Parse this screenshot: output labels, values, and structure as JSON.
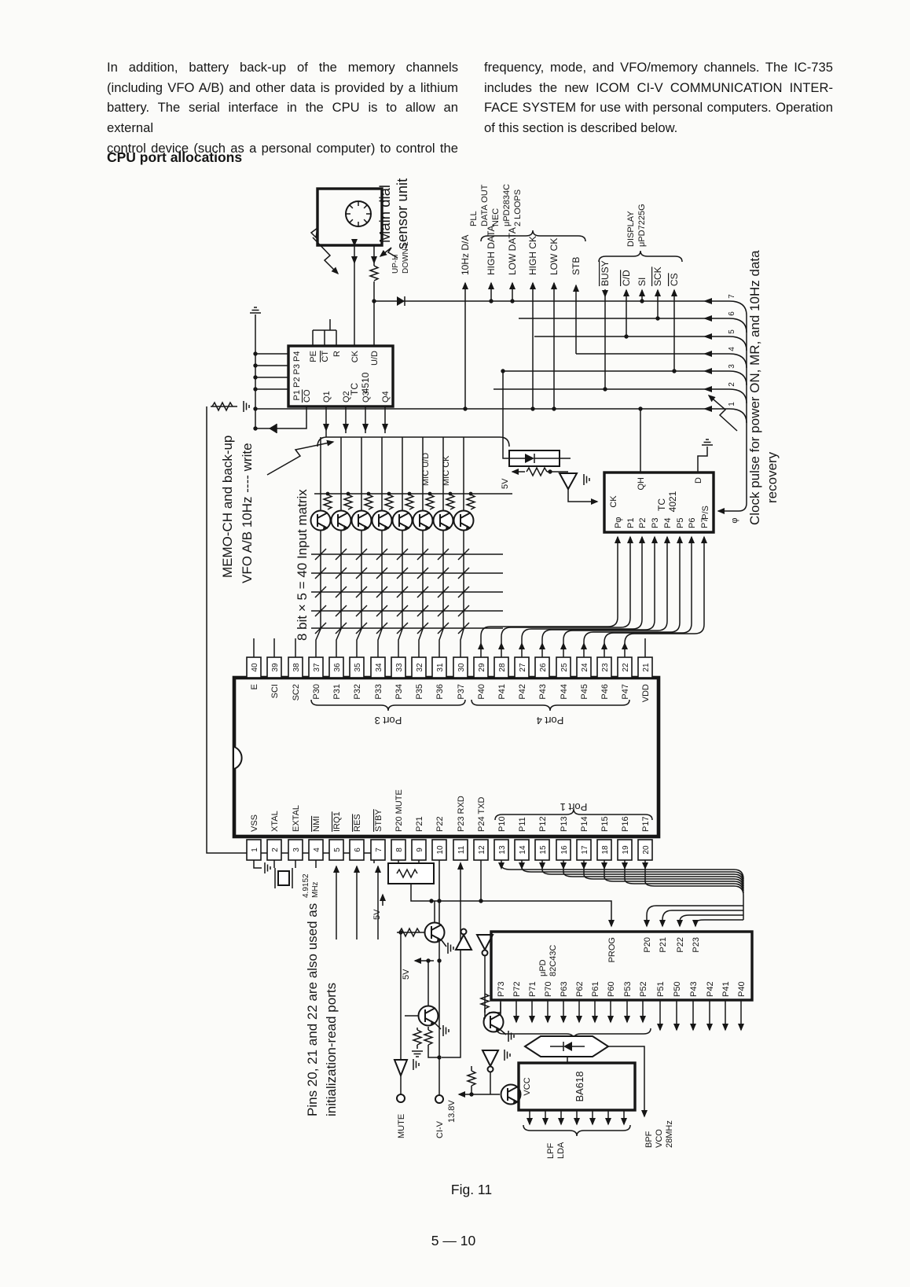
{
  "doc": {
    "para_left": [
      "In addition, battery back-up of the memory channels",
      "(including VFO A/B) and other data is provided by a lithium",
      "battery. The serial interface in the CPU is to allow an external",
      "control device (such as a personal computer) to control the"
    ],
    "para_right": [
      "frequency, mode, and VFO/memory channels. The IC-735",
      "includes the new ICOM CI-V COMMUNICATION INTER-",
      "FACE SYSTEM for use with personal computers. Operation",
      "of this section is described below."
    ],
    "heading": "CPU port allocations",
    "caption": "Fig. 11",
    "page_number": "5 — 10"
  },
  "dial": {
    "label1": "Main dial",
    "label2": "sensor unit",
    "up": "UP-H",
    "down": "DOWN-L"
  },
  "sig": {
    "hz": "10Hz D/A",
    "pll_label": [
      "PLL",
      "DATA OUT",
      "NEC",
      "μPD2834C",
      "2 LOOPS"
    ],
    "pll": [
      "HIGH DATA",
      "LOW DATA",
      "HIGH CK",
      "LOW CK",
      "STB"
    ],
    "disp_label": [
      "DISPLAY",
      "μPD7225G"
    ],
    "disp": [
      "BUSY",
      "C/D",
      "SI",
      "SCK",
      "CS"
    ]
  },
  "clk": {
    "nums": [
      "1",
      "2",
      "3",
      "4",
      "5",
      "6",
      "7"
    ],
    "note1": "Clock pulse for power ON, MR, and 10Hz data",
    "note2": "recovery"
  },
  "note": {
    "memo1": "MEMO-CH and back-up",
    "memo2": "VFO A/B 10Hz ---- write",
    "matrix": "8 bit × 5 = 40 Input matrix",
    "mic_ud": "MIC U/D",
    "mic_ck": "MIC CK",
    "pins1": "Pins 20, 21 and 22 are also used as",
    "pins2": "initialization-read ports",
    "v5": "5V",
    "v138": "13.8V",
    "mute": "MUTE",
    "civ": "CI-V"
  },
  "c4510": {
    "name1": "TC",
    "name2": "4510",
    "left": "P1 P2 P3 P4",
    "pe": "PE",
    "ct": "CT",
    "r": "R",
    "ck": "CK",
    "ud": "U/D",
    "co": "CO",
    "q": [
      "Q1",
      "Q2",
      "Q3",
      "Q4"
    ]
  },
  "c4021": {
    "name1": "TC",
    "name2": "4021",
    "ck": "CK",
    "qh": "QH",
    "d": "D",
    "ps": "P/S",
    "phi": "φ",
    "p": [
      "Pφ",
      "P1",
      "P2",
      "P3",
      "P4",
      "P5",
      "P6",
      "P7"
    ]
  },
  "cpu": {
    "top": [
      {
        "n": "40",
        "l": "E"
      },
      {
        "n": "39",
        "l": "SCI"
      },
      {
        "n": "38",
        "l": "SC2"
      },
      {
        "n": "37",
        "l": "P30"
      },
      {
        "n": "36",
        "l": "P31"
      },
      {
        "n": "35",
        "l": "P32"
      },
      {
        "n": "34",
        "l": "P33"
      },
      {
        "n": "33",
        "l": "P34"
      },
      {
        "n": "32",
        "l": "P35"
      },
      {
        "n": "31",
        "l": "P36"
      },
      {
        "n": "30",
        "l": "P37"
      },
      {
        "n": "29",
        "l": "P40"
      },
      {
        "n": "28",
        "l": "P41"
      },
      {
        "n": "27",
        "l": "P42"
      },
      {
        "n": "26",
        "l": "P43"
      },
      {
        "n": "25",
        "l": "P44"
      },
      {
        "n": "24",
        "l": "P45"
      },
      {
        "n": "23",
        "l": "P46"
      },
      {
        "n": "22",
        "l": "P47"
      },
      {
        "n": "21",
        "l": "VDD"
      }
    ],
    "bottom": [
      {
        "n": "1",
        "l": "VSS"
      },
      {
        "n": "2",
        "l": "XTAL"
      },
      {
        "n": "3",
        "l": "EXTAL"
      },
      {
        "n": "4",
        "l": "NMI"
      },
      {
        "n": "5",
        "l": "IRQ1"
      },
      {
        "n": "6",
        "l": "RES"
      },
      {
        "n": "7",
        "l": "STBY"
      },
      {
        "n": "8",
        "l": "P20 MUTE"
      },
      {
        "n": "9",
        "l": "P21"
      },
      {
        "n": "10",
        "l": "P22"
      },
      {
        "n": "11",
        "l": "P23 RXD"
      },
      {
        "n": "12",
        "l": "P24 TXD"
      },
      {
        "n": "13",
        "l": "P10"
      },
      {
        "n": "14",
        "l": "P11"
      },
      {
        "n": "15",
        "l": "P12"
      },
      {
        "n": "16",
        "l": "P13"
      },
      {
        "n": "17",
        "l": "P14"
      },
      {
        "n": "18",
        "l": "P15"
      },
      {
        "n": "19",
        "l": "P16"
      },
      {
        "n": "20",
        "l": "P17"
      }
    ],
    "port3": "Port 3",
    "port4": "Port 4",
    "port1": "Port 1",
    "xtal1": "4.9152",
    "xtal2": "MHz"
  },
  "exp": {
    "name1": "μPD",
    "name2": "82C43C",
    "top": [
      "PROG",
      "P20",
      "P21",
      "P22",
      "P23"
    ],
    "bottom": [
      "P73",
      "P72",
      "P71",
      "P70",
      "P63",
      "P62",
      "P61",
      "P60",
      "P53",
      "P52",
      "P51",
      "P50",
      "P43",
      "P42",
      "P41",
      "P40"
    ]
  },
  "ba": {
    "name": "BA618",
    "vcc": "VCC",
    "lpf1": "LPF",
    "lpf2": "LDA",
    "bpf1": "BPF",
    "bpf2": "VCO",
    "bpf3": "28MHz"
  }
}
